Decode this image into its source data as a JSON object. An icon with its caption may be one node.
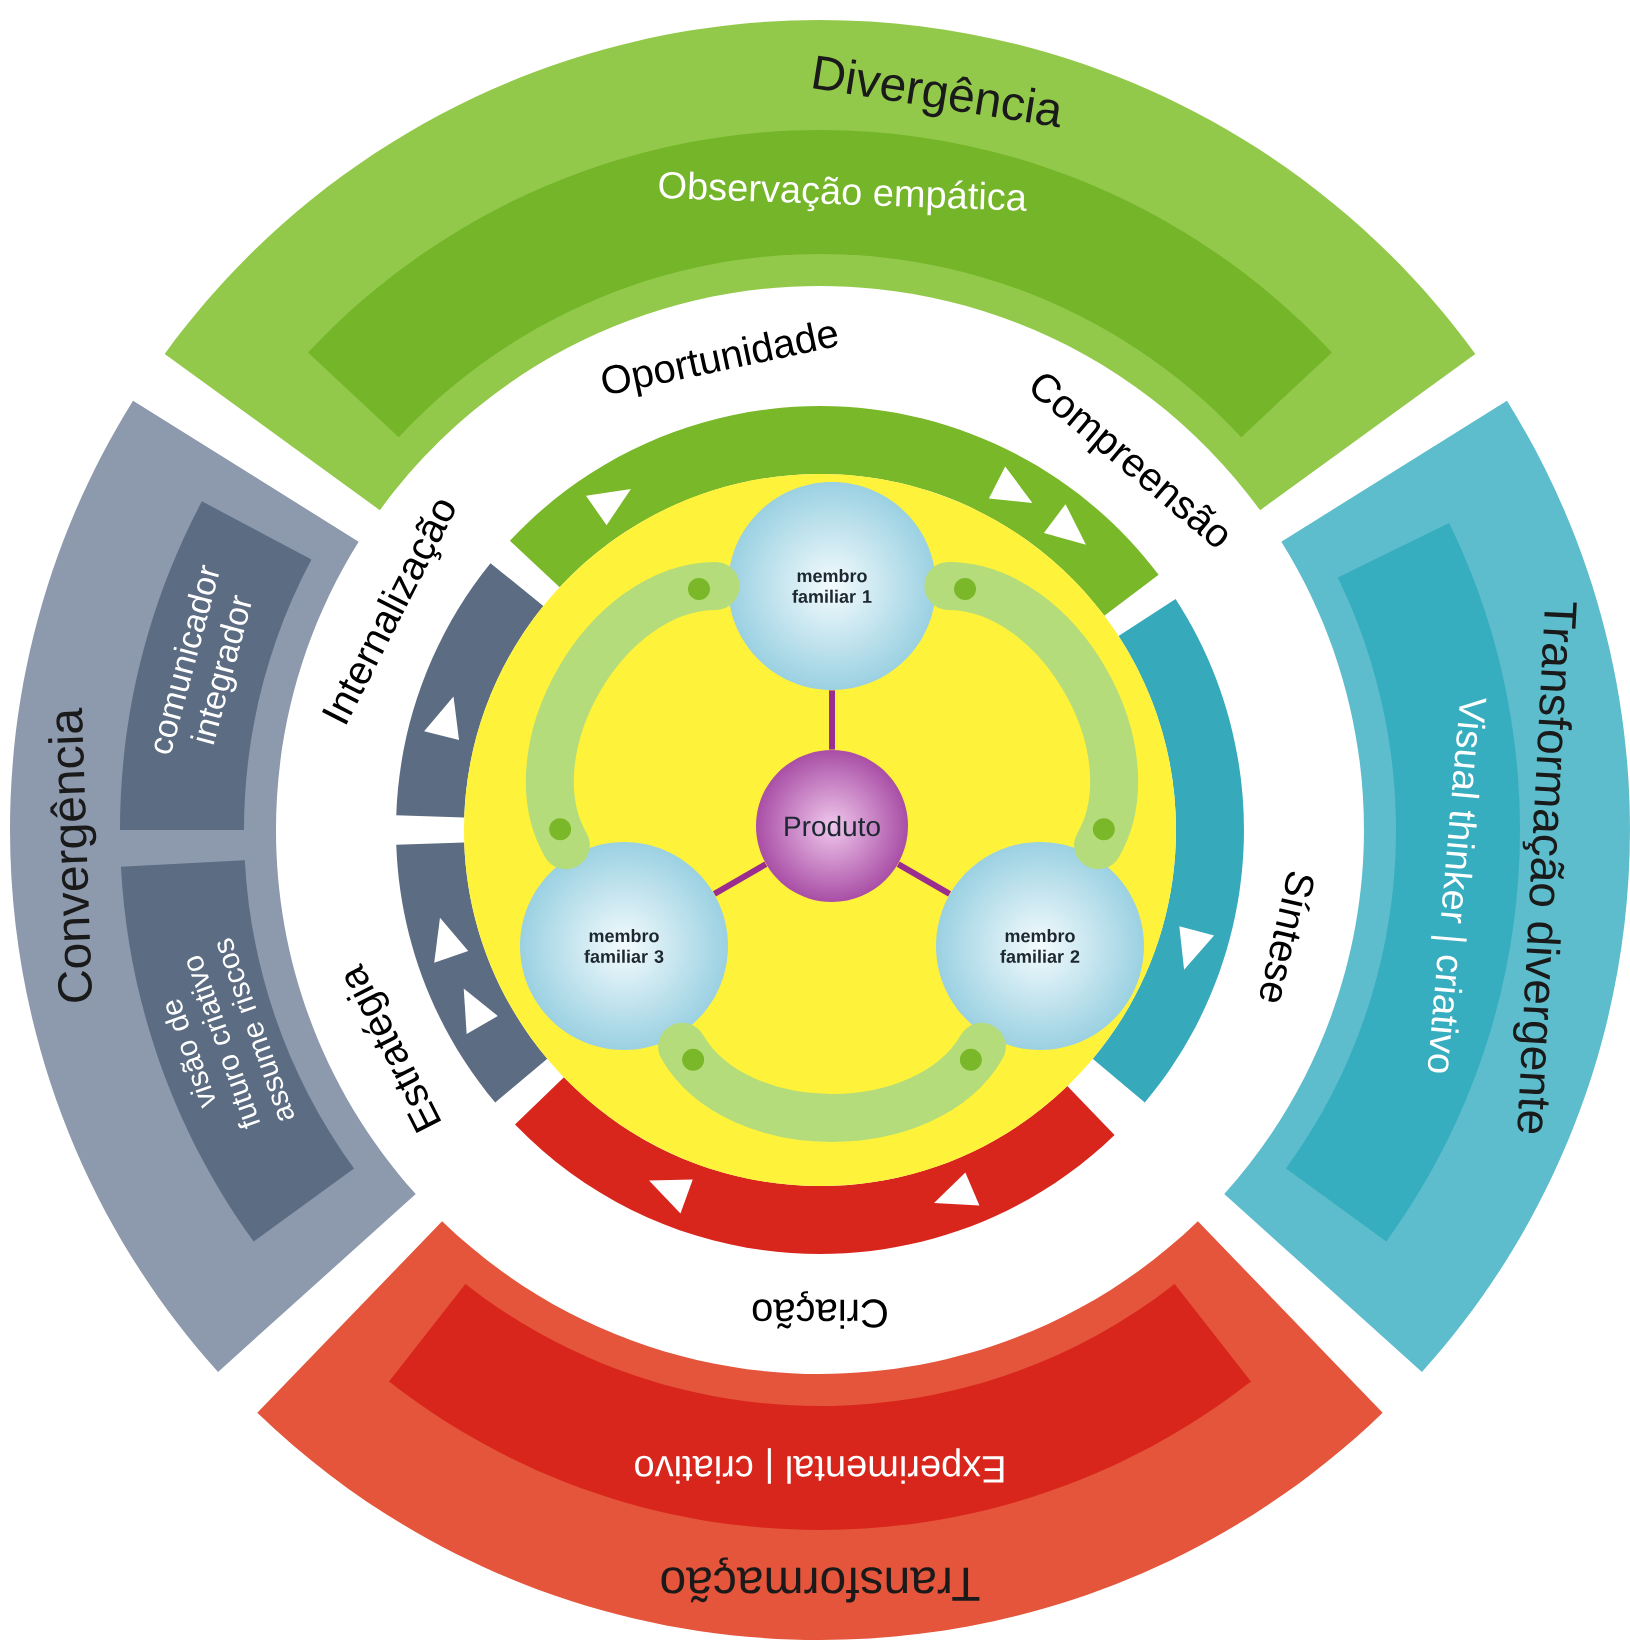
{
  "diagram": {
    "nodes": [
      {
        "text": [
          "Divergência"
        ]
      },
      {
        "text": [
          "Observação empática"
        ],
        "in": 0
      },
      {
        "text": [
          "Transformação divergente"
        ]
      },
      {
        "text": [
          "Visual thinker | criativo"
        ],
        "in": 2
      },
      {
        "text": [
          "Transformação"
        ]
      },
      {
        "text": [
          "Experimental | criativo"
        ],
        "in": 4
      },
      {
        "text": [
          "Convergência"
        ]
      },
      {
        "text": [
          "comunicador integrador"
        ],
        "in": 6
      },
      {
        "text": [
          "visão de futuro criativo assume riscos"
        ],
        "in": 6
      },
      {
        "text": [],
        "shape": "circle"
      },
      {
        "text": [
          "membro familiar 1"
        ],
        "in": 9
      },
      {
        "text": [
          "membro familiar 2"
        ],
        "in": 9
      },
      {
        "text": [
          "membro familiar 3"
        ],
        "in": 9
      },
      {
        "text": [
          "Produto"
        ],
        "in": 9
      }
    ],
    "edges": [
      {
        "from": 13,
        "to": 10,
        "arrow": "none"
      },
      {
        "from": 13,
        "to": 11,
        "arrow": "none"
      },
      {
        "from": 13,
        "to": 12,
        "arrow": "none"
      },
      {
        "from": 10,
        "to": 11,
        "arrow": "other",
        "style": "thick",
        "color": "#b5dc7a"
      },
      {
        "from": 11,
        "to": 12,
        "arrow": "other",
        "style": "thick",
        "color": "#b5dc7a"
      },
      {
        "from": 12,
        "to": 10,
        "arrow": "other",
        "style": "thick",
        "color": "#b5dc7a"
      }
    ],
    "labels": [
      "Oportunidade",
      "Compreensão",
      "Internalização",
      "Síntese",
      "Estratégia",
      "Criação"
    ]
  }
}
